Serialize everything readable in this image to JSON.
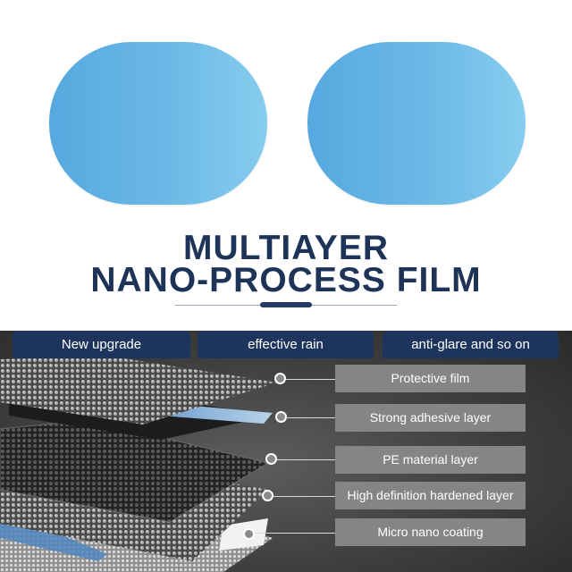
{
  "headline": {
    "line1": "MULTIAYER",
    "line2": "NANO-PROCESS FILM"
  },
  "tabs": [
    "New upgrade",
    "effective rain",
    "anti-glare and so on"
  ],
  "layers": [
    "Protective film",
    "Strong adhesive layer",
    "PE material layer",
    "High definition hardened layer",
    "Micro nano coating"
  ],
  "colors": {
    "film_blue": "#6cb9e7",
    "navy": "#1d355d",
    "label_grey": "#858585",
    "panel_dark": "#3f3f3f"
  }
}
